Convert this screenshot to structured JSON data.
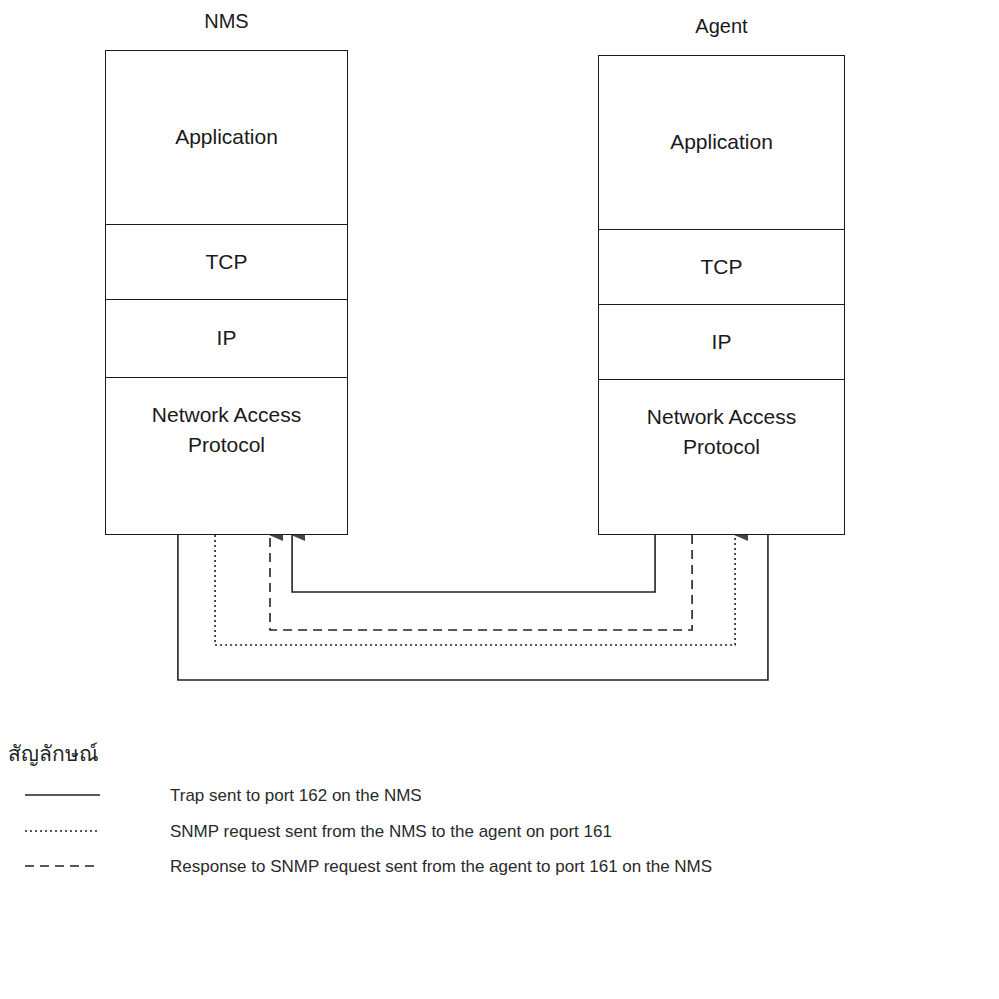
{
  "diagram": {
    "nodes": [
      {
        "text": [
          "NMS"
        ]
      },
      {
        "text": [
          "Application"
        ],
        "in": 0
      },
      {
        "text": [
          "TCP"
        ],
        "in": 0
      },
      {
        "text": [
          "IP"
        ],
        "in": 0
      },
      {
        "text": [
          "Network Access Protocol"
        ],
        "in": 0
      },
      {
        "text": [
          "Agent"
        ]
      },
      {
        "text": [
          "Application"
        ],
        "in": 5
      },
      {
        "text": [
          "TCP"
        ],
        "in": 5
      },
      {
        "text": [
          "IP"
        ],
        "in": 5
      },
      {
        "text": [
          "Network Access Protocol"
        ],
        "in": 5
      }
    ],
    "edges": [
      {
        "from": 9,
        "to": 4,
        "arrow": "to"
      },
      {
        "from": 4,
        "to": 9,
        "arrow": "none"
      },
      {
        "from": 4,
        "to": 9,
        "arrow": "to"
      },
      {
        "from": 9,
        "to": 4,
        "arrow": "to"
      }
    ],
    "labels": [
      "สัญลักษณ์"
    ],
    "legend": [
      {
        "text": "Trap sent to port 162 on the NMS"
      },
      {
        "text": "SNMP request sent from the NMS to the agent on port 161"
      },
      {
        "text": "Response to SNMP request sent from the agent to port 161 on the NMS"
      }
    ]
  }
}
